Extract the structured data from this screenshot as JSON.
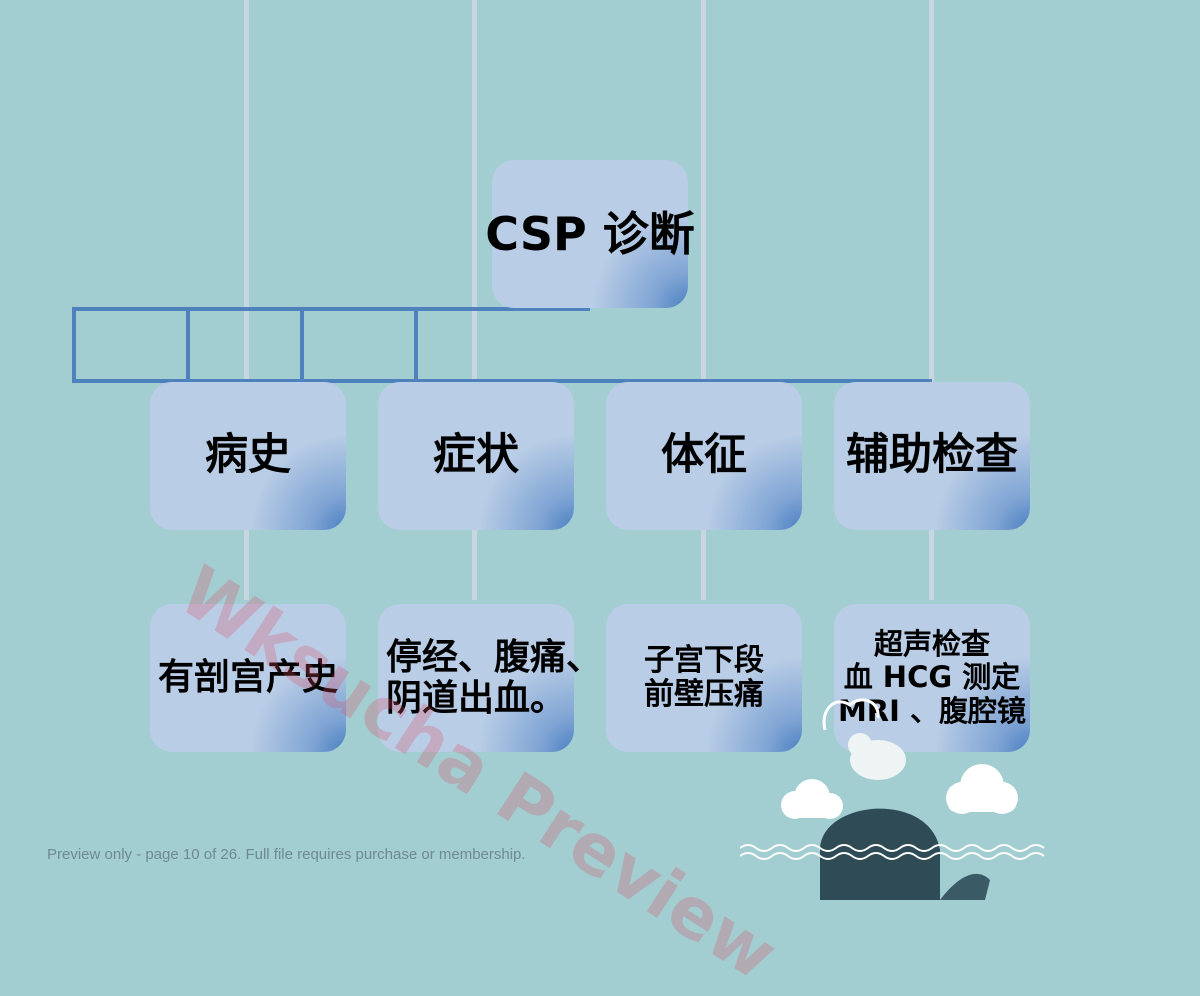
{
  "diagram": {
    "root": "CSP 诊断",
    "categories": [
      {
        "label": "病史",
        "detail": [
          "有剖宫产史"
        ]
      },
      {
        "label": "症状",
        "detail": [
          "停经、腹痛、",
          "阴道出血。"
        ]
      },
      {
        "label": "体征",
        "detail": [
          "子宫下段",
          "前壁压痛"
        ]
      },
      {
        "label": "辅助检查",
        "detail": [
          "超声检查",
          "血 HCG 测定",
          "MRI 、腹腔镜"
        ]
      }
    ]
  },
  "watermark": "Wksucha Preview",
  "footer": "Preview only - page 10 of 26. Full file requires purchase or membership."
}
